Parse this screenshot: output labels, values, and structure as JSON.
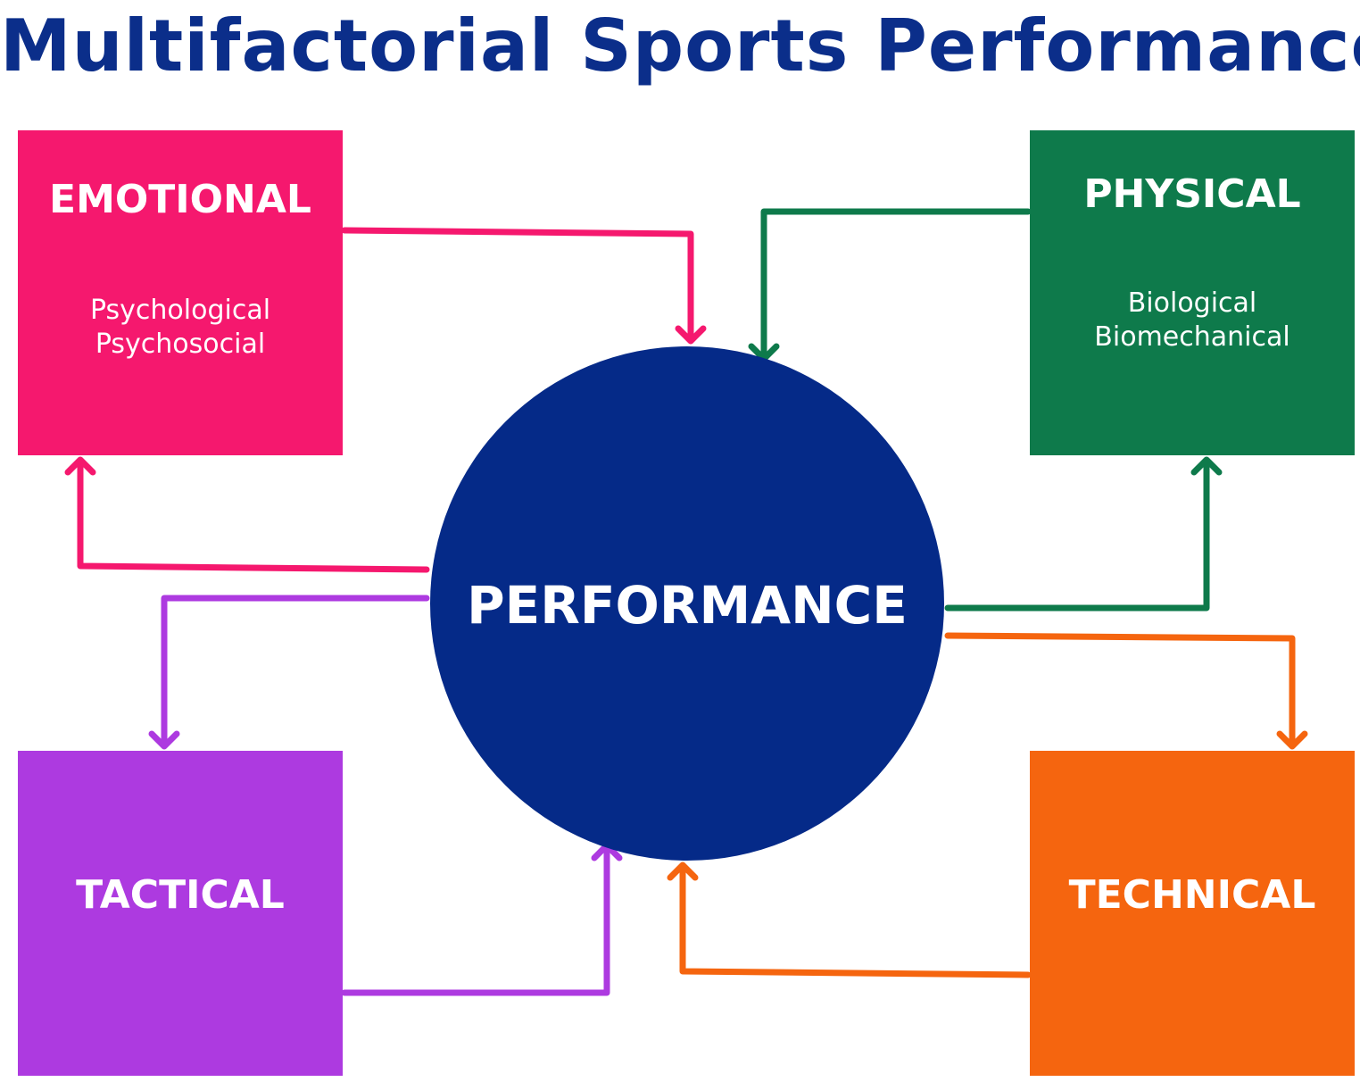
{
  "title": "Multifactorial Sports Performance",
  "center": {
    "label": "PERFORMANCE",
    "color": "#052a88"
  },
  "boxes": {
    "emotional": {
      "title": "EMOTIONAL",
      "lines": [
        "Psychological",
        "Psychosocial"
      ],
      "color": "#f5186e"
    },
    "physical": {
      "title": "PHYSICAL",
      "lines": [
        "Biological",
        "Biomechanical"
      ],
      "color": "#0e7a4b"
    },
    "tactical": {
      "title": "TACTICAL",
      "lines": [],
      "color": "#ad3ae0"
    },
    "technical": {
      "title": "TECHNICAL",
      "lines": [],
      "color": "#f5650f"
    }
  },
  "title_color": "#0b2e8a"
}
